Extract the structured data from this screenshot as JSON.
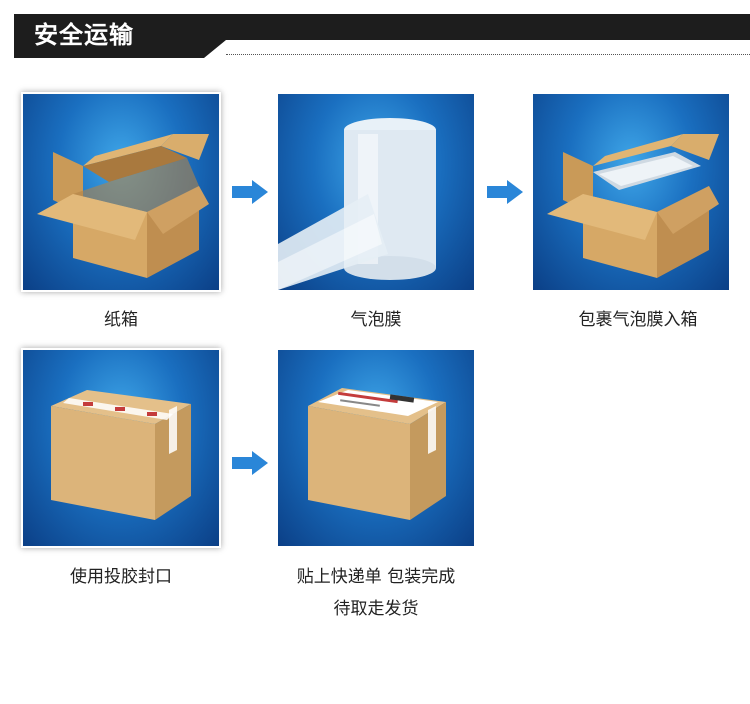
{
  "header": {
    "title": "安全运输"
  },
  "steps": [
    {
      "caption": "纸箱"
    },
    {
      "caption": "气泡膜"
    },
    {
      "caption": "包裹气泡膜入箱"
    },
    {
      "caption": "使用投胶封口"
    },
    {
      "caption_line1": "贴上快递单 包装完成",
      "caption_line2": "待取走发货"
    }
  ],
  "icons": [
    "arrow-right-icon"
  ],
  "colors": {
    "header": "#1d1d1d",
    "tile_blue": "#1a6fc0",
    "arrow": "#2a86d8",
    "box": "#d6a866"
  }
}
